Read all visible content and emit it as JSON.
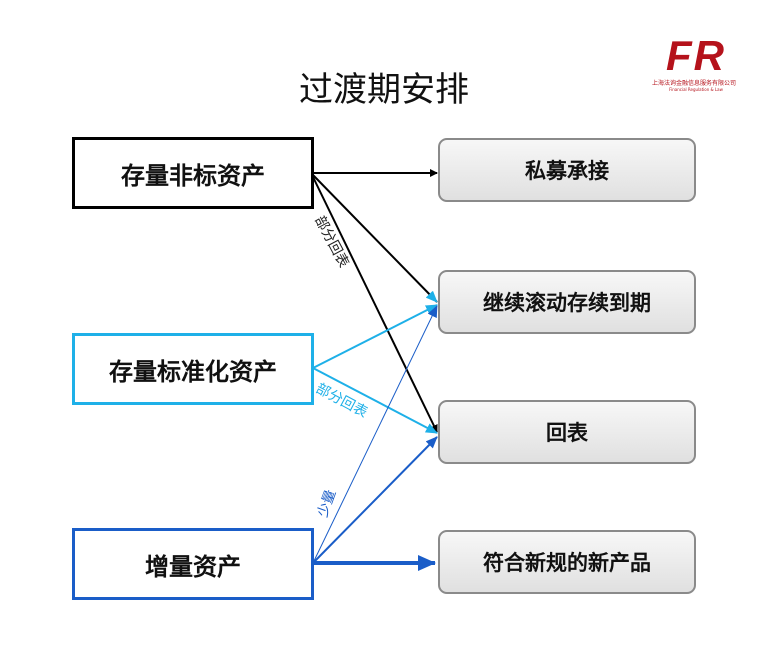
{
  "title": "过渡期安排",
  "logo": {
    "mark": "FR",
    "company": "上海法询金融信息服务有限公司",
    "tagline": "Financial Regulation & Law"
  },
  "sources": [
    {
      "label": "存量非标资产",
      "color": "#000000"
    },
    {
      "label": "存量标准化资产",
      "color": "#1eb0e8"
    },
    {
      "label": "增量资产",
      "color": "#1a5dc8"
    }
  ],
  "targets": [
    {
      "label": "私募承接"
    },
    {
      "label": "继续滚动存续到期"
    },
    {
      "label": "回表"
    },
    {
      "label": "符合新规的新产品"
    }
  ],
  "edge_labels": {
    "nonstd_partial": "部分回表",
    "std_partial": "部分回表",
    "new_small": "少量"
  }
}
